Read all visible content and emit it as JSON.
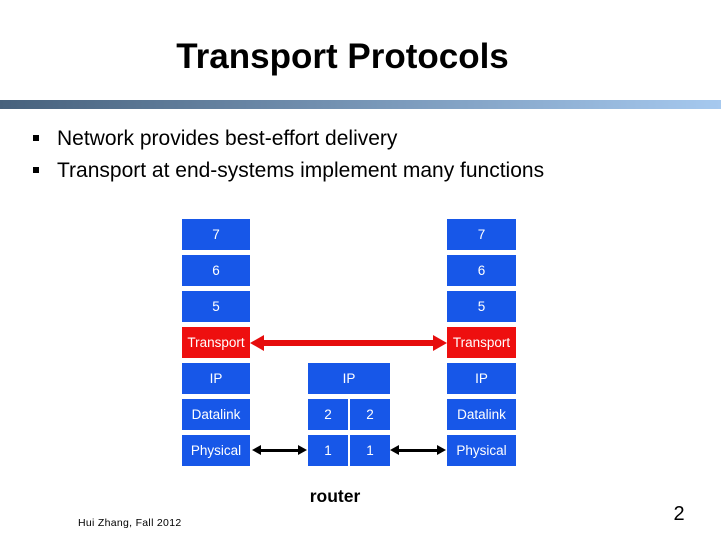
{
  "slide": {
    "title": "Transport Protocols",
    "bullets": [
      "Network provides best-effort delivery",
      "Transport at end-systems implement many functions"
    ]
  },
  "diagram": {
    "left_stack": {
      "layers": [
        "7",
        "6",
        "5",
        "Transport",
        "IP",
        "Datalink",
        "Physical"
      ]
    },
    "right_stack": {
      "layers": [
        "7",
        "6",
        "5",
        "Transport",
        "IP",
        "Datalink",
        "Physical"
      ]
    },
    "router": {
      "ip": "IP",
      "layer2": [
        "2",
        "2"
      ],
      "layer1": [
        "1",
        "1"
      ],
      "caption": "router"
    }
  },
  "footer": {
    "credit": "Hui Zhang, Fall 2012",
    "page_number": "2"
  },
  "colors": {
    "layer-blue": "#1757e8",
    "transport-red": "#ee0f0f",
    "arrow-red": "#e60d0d",
    "arrow-black": "#000000",
    "bar-left": "#47617c",
    "bar-right": "#a6c9ef"
  }
}
